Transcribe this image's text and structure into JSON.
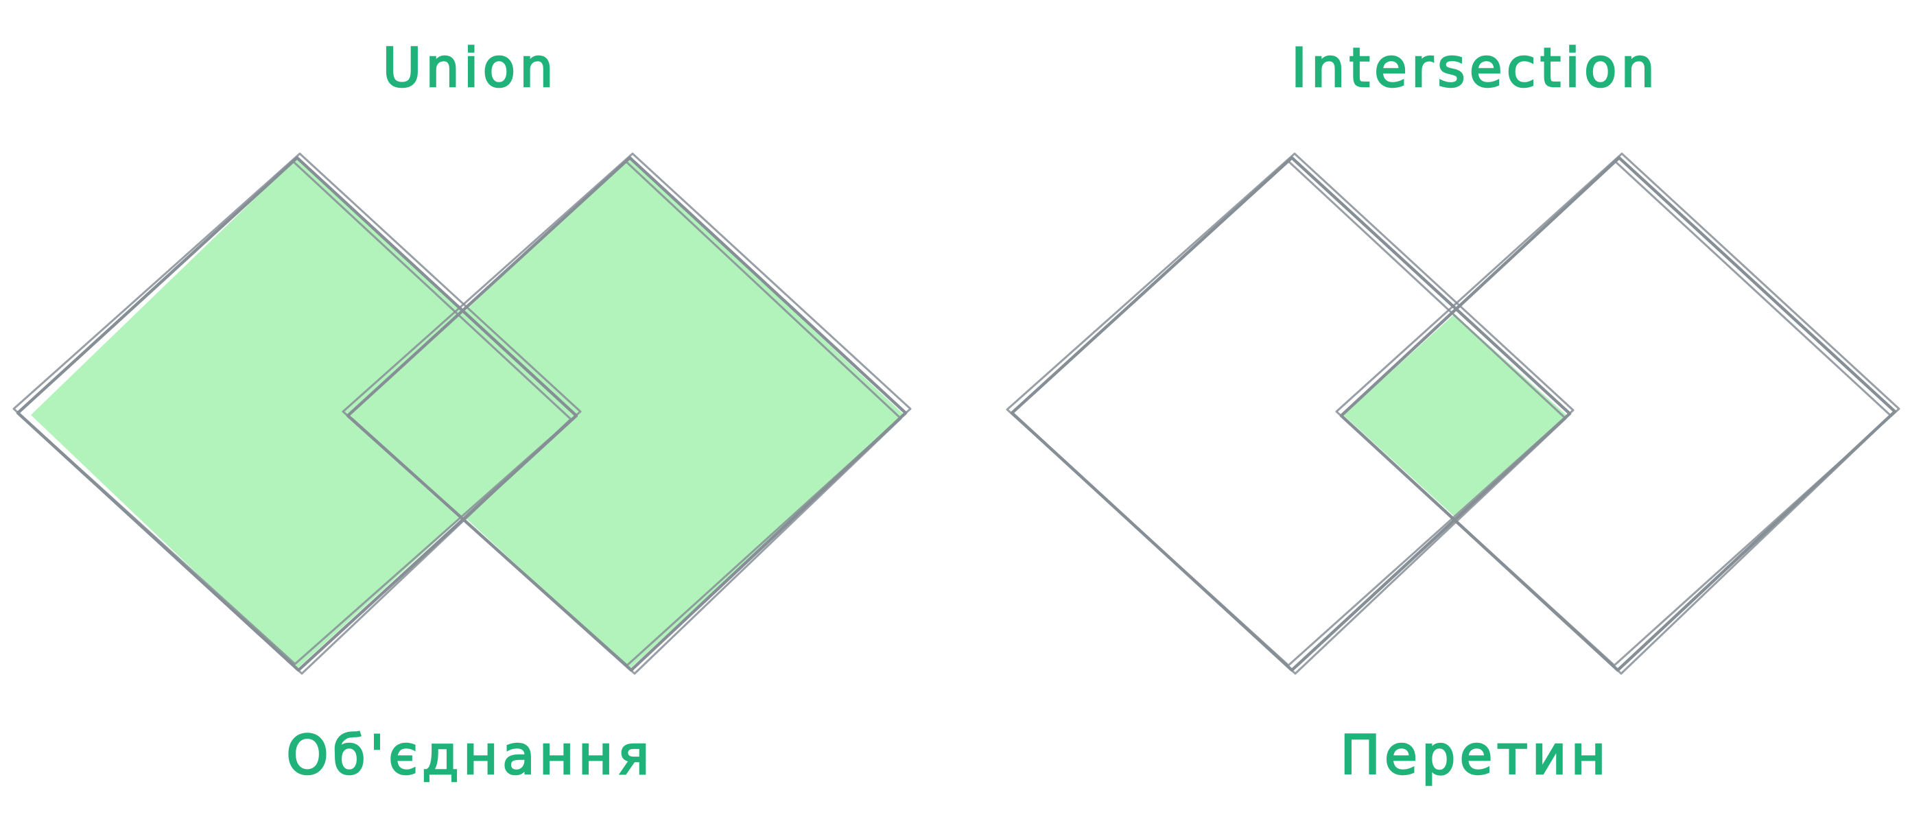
{
  "colors": {
    "fill": "#b2f2bb",
    "stroke": "#868e96",
    "text": "#1fb37a",
    "background": "#ffffff"
  },
  "union": {
    "title_en": "Union",
    "title_uk": "Об'єднання"
  },
  "intersection": {
    "title_en": "Intersection",
    "title_uk": "Перетин"
  }
}
